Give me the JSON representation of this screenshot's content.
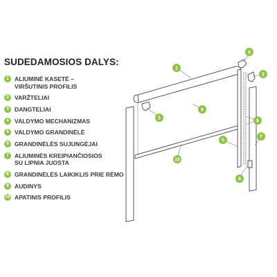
{
  "title": "SUDEDAMOSIOS DALYS:",
  "parts": [
    {
      "num": "1",
      "label": "ALIUMINĖ KASETĖ –\nVIRŠUTINIS PROFILIS"
    },
    {
      "num": "2",
      "label": "VARŽTELIAI"
    },
    {
      "num": "3",
      "label": "DANGTELIAI"
    },
    {
      "num": "4",
      "label": "VALDYMO MECHANIZMAS"
    },
    {
      "num": "5",
      "label": "VALDYMO GRANDINĖLĖ"
    },
    {
      "num": "6",
      "label": "GRANDINĖLĖS SUJUNGĖJAI"
    },
    {
      "num": "7",
      "label": "ALIUMINĖS KREIPIANČIOSIOS\nSU LIPNIA JUOSTA"
    },
    {
      "num": "8",
      "label": "GRANDINĖLĖS LAIKIKLIS PRIE RĖMO"
    },
    {
      "num": "9",
      "label": "AUDINYS"
    },
    {
      "num": "10",
      "label": "APATINIS PROFILIS"
    }
  ],
  "colors": {
    "accent": "#8cc63f",
    "line": "#555555"
  }
}
